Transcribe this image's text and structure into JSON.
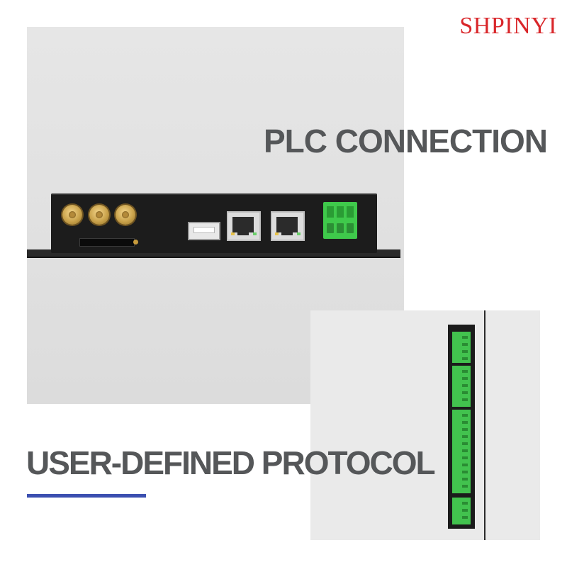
{
  "brand": {
    "name": "SHPINYI",
    "color": "#d9262a"
  },
  "headings": {
    "top": "PLC CONNECTION",
    "bottom": "USER-DEFINED PROTOCOL"
  },
  "accent": {
    "underline_color": "#3b4fb0",
    "text_color": "#555759"
  },
  "front_panel": {
    "antenna_icon": "sma-connector-icon",
    "usb_icon": "usb-port-icon",
    "ethernet_icon": "rj45-port-icon",
    "terminal_icon": "terminal-block-icon"
  },
  "side_panel": {
    "terminal_icon": "terminal-strip-icon"
  }
}
